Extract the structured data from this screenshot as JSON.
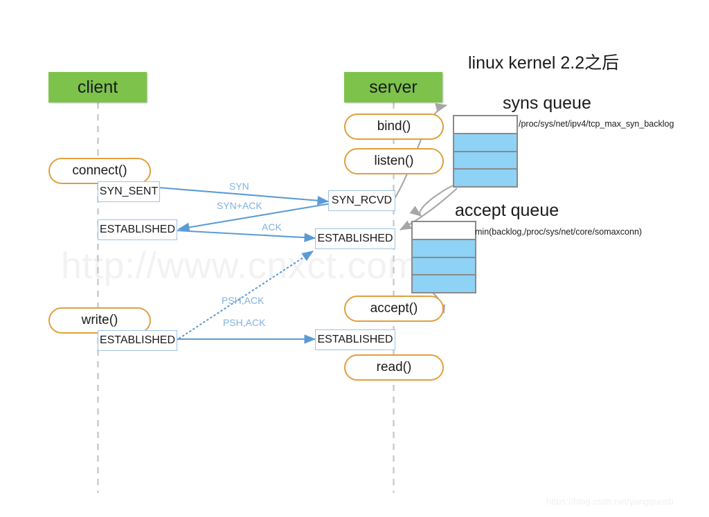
{
  "top_note": "linux  kernel 2.2之后",
  "watermarks": {
    "main": "http://www.cnxct.com",
    "corner": "https://blog.csdn.net/yangguosb"
  },
  "colors": {
    "actor_green": "#7DC24B",
    "queue_blue": "#8ED2F6",
    "pill_orange": "#E09F3C",
    "state_border": "#9CC3E5",
    "arrow_blue": "#5B9BD5",
    "arrow_gray": "#A6A6A6",
    "lifeline_gray": "#C9C9C9"
  },
  "actors": {
    "client": "client",
    "server": "server"
  },
  "client_calls": [
    {
      "label": "connect()"
    },
    {
      "label": "write()"
    }
  ],
  "server_calls": [
    {
      "label": "bind()"
    },
    {
      "label": "listen()"
    },
    {
      "label": "accept()"
    },
    {
      "label": "read()"
    }
  ],
  "client_states": [
    {
      "label": "SYN_SENT"
    },
    {
      "label": "ESTABLISHED"
    },
    {
      "label": "ESTABLISHED"
    }
  ],
  "server_states": [
    {
      "label": "SYN_RCVD"
    },
    {
      "label": "ESTABLISHED"
    },
    {
      "label": "ESTABLISHED"
    }
  ],
  "messages": [
    {
      "label": "SYN"
    },
    {
      "label": "SYN+ACK"
    },
    {
      "label": "ACK"
    },
    {
      "label": "PSH,ACK"
    },
    {
      "label": "PSH,ACK"
    }
  ],
  "queues": [
    {
      "name": "syns-queue",
      "title": "syns queue",
      "subtitle": "/proc/sys/net/ipv4/tcp_max_syn_backlog",
      "cells": [
        "empty",
        "filled",
        "filled",
        "filled"
      ]
    },
    {
      "name": "accept-queue",
      "title": "accept queue",
      "subtitle": "min(backlog,/proc/sys/net/core/somaxconn)",
      "cells": [
        "empty",
        "filled",
        "filled",
        "filled"
      ]
    }
  ]
}
